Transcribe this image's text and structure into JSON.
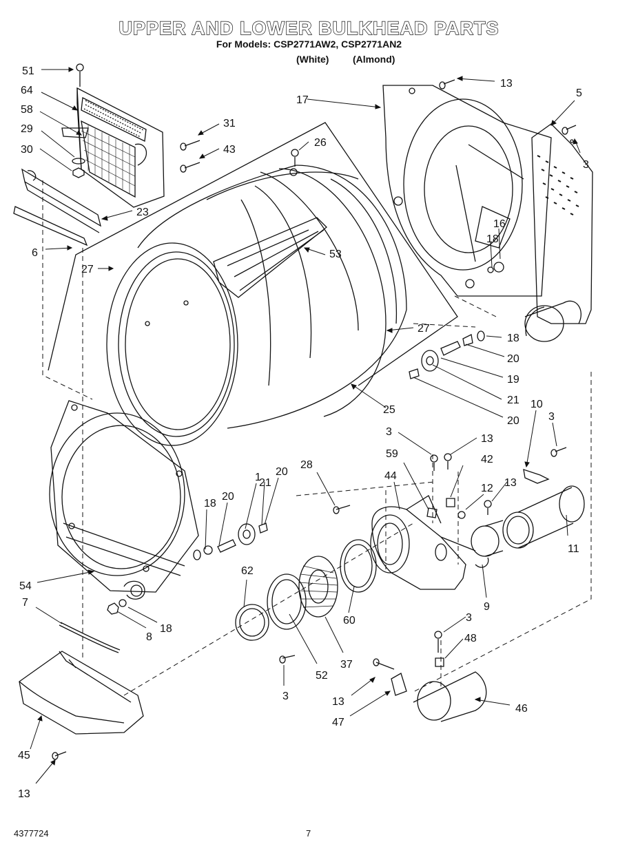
{
  "header": {
    "title": "UPPER AND LOWER BULKHEAD PARTS",
    "models": "For Models: CSP2771AW2, CSP2771AN2",
    "color_white": "(White)",
    "color_almond": "(Almond)"
  },
  "footer": {
    "doc_number": "4377724",
    "page_number": "7"
  },
  "callouts": [
    "51",
    "64",
    "58",
    "29",
    "30",
    "23",
    "6",
    "31",
    "43",
    "26",
    "27",
    "53",
    "27",
    "25",
    "17",
    "13",
    "5",
    "3",
    "16",
    "18",
    "18",
    "20",
    "19",
    "21",
    "20",
    "10",
    "3",
    "3",
    "13",
    "59",
    "42",
    "12",
    "13",
    "28",
    "44",
    "11",
    "9",
    "1",
    "21",
    "20",
    "20",
    "18",
    "54",
    "7",
    "8",
    "18",
    "62",
    "52",
    "37",
    "60",
    "3",
    "3",
    "48",
    "13",
    "47",
    "46",
    "45",
    "13"
  ]
}
